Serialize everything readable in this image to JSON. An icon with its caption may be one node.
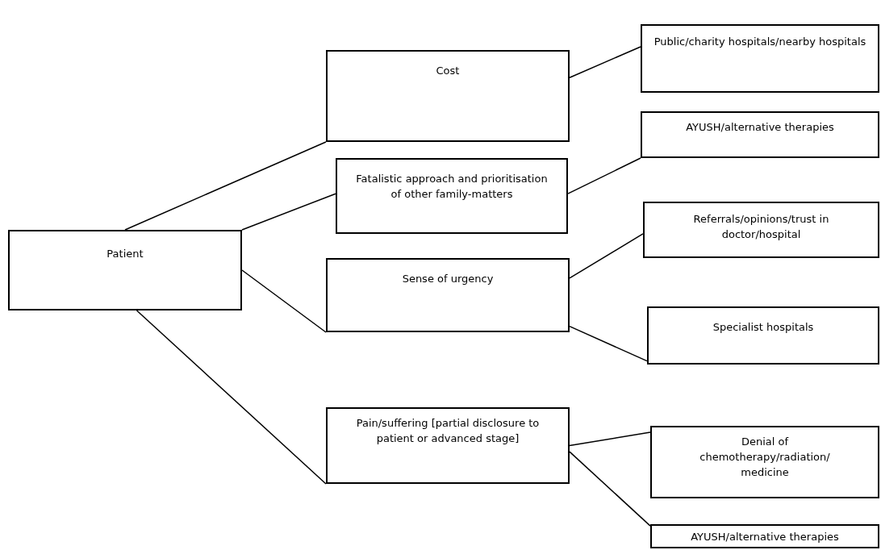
{
  "diagram": {
    "nodes": [
      {
        "text": [
          "Patient"
        ]
      },
      {
        "text": [
          "Cost"
        ]
      },
      {
        "text": [
          "Fatalistic approach and prioritisation of other family-matters"
        ]
      },
      {
        "text": [
          "Sense of urgency"
        ]
      },
      {
        "text": [
          "Pain/suffering [partial disclosure to patient or advanced stage]"
        ]
      },
      {
        "text": [
          "Public/charity hospitals/nearby hospitals"
        ]
      },
      {
        "text": [
          "AYUSH/alternative therapies"
        ]
      },
      {
        "text": [
          "Referrals/opinions/trust in doctor/hospital"
        ]
      },
      {
        "text": [
          "Specialist hospitals"
        ]
      },
      {
        "text": [
          "Denial of chemotherapy/radiation/ medicine"
        ]
      },
      {
        "text": [
          "AYUSH/alternative therapies"
        ]
      }
    ],
    "edges": [
      {
        "from": 0,
        "to": 1,
        "arrow": "none"
      },
      {
        "from": 0,
        "to": 2,
        "arrow": "none"
      },
      {
        "from": 0,
        "to": 3,
        "arrow": "none"
      },
      {
        "from": 0,
        "to": 4,
        "arrow": "none"
      },
      {
        "from": 1,
        "to": 5,
        "arrow": "none"
      },
      {
        "from": 2,
        "to": 6,
        "arrow": "none"
      },
      {
        "from": 3,
        "to": 7,
        "arrow": "none"
      },
      {
        "from": 3,
        "to": 8,
        "arrow": "none"
      },
      {
        "from": 4,
        "to": 9,
        "arrow": "none"
      },
      {
        "from": 4,
        "to": 10,
        "arrow": "none"
      }
    ]
  }
}
